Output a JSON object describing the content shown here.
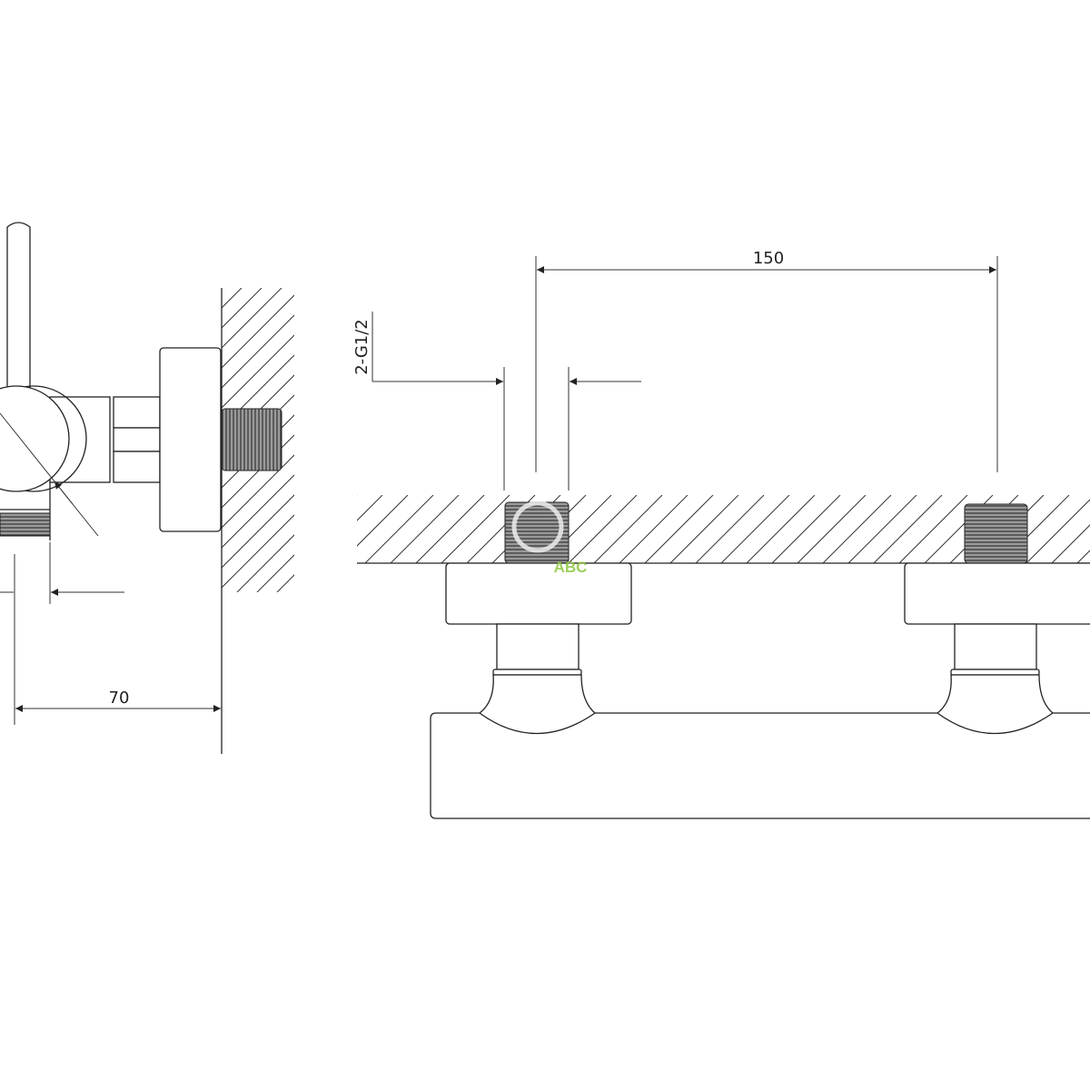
{
  "drawing": {
    "side_view": {
      "depth_dimension": "70"
    },
    "front_view": {
      "spacing_dimension": "150",
      "connection_label": "2-G1/2"
    },
    "watermark": {
      "text": "ABC",
      "color": "#8dc63f"
    }
  }
}
